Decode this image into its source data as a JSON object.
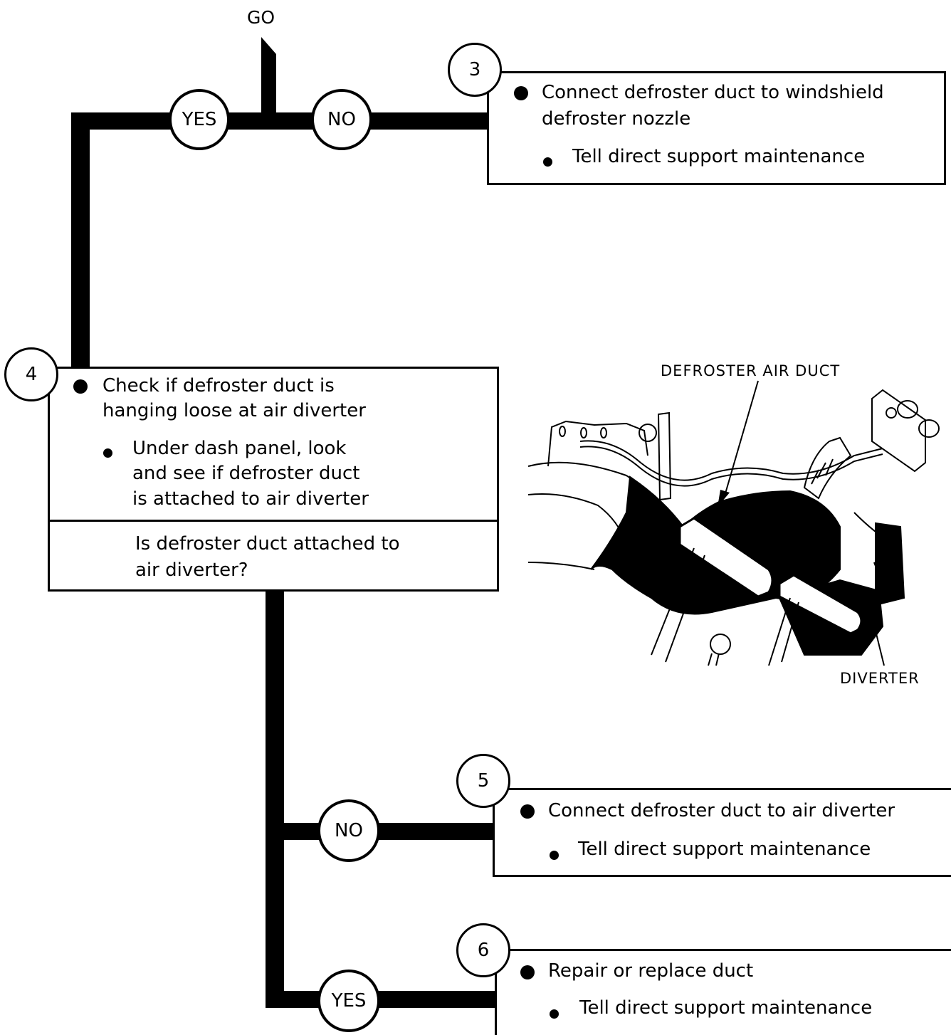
{
  "go_label": "GO",
  "decision_yes": "YES",
  "decision_no": "NO",
  "steps": {
    "step3": {
      "number": "3",
      "action_line1": "Connect defroster duct to windshield",
      "action_line2": "defroster nozzle",
      "sub": "Tell direct support maintenance"
    },
    "step4": {
      "number": "4",
      "check_line1": "Check if defroster duct is",
      "check_line2": "hanging loose at air diverter",
      "sub_line1": "Under dash panel, look",
      "sub_line2": "and see if defroster duct",
      "sub_line3": "is attached to air diverter",
      "question_line1": "Is defroster duct attached to",
      "question_line2": "air diverter?"
    },
    "step5": {
      "number": "5",
      "action": "Connect defroster duct to air diverter",
      "sub": "Tell direct support maintenance"
    },
    "step6": {
      "number": "6",
      "action": "Repair or replace duct",
      "sub": "Tell direct support maintenance"
    }
  },
  "illustration": {
    "label_duct": "DEFROSTER AIR DUCT",
    "label_diverter": "DIVERTER"
  }
}
